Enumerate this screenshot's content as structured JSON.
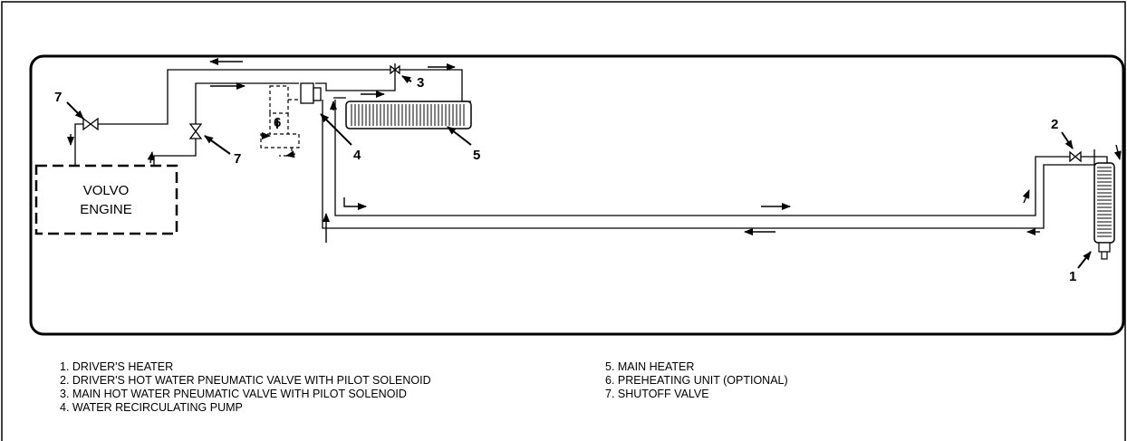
{
  "engine": {
    "line1": "VOLVO",
    "line2": "ENGINE"
  },
  "callouts": {
    "c1": "1",
    "c2": "2",
    "c3": "3",
    "c4": "4",
    "c5": "5",
    "c6": "6",
    "c7_left": "7",
    "c7_right": "7"
  },
  "legend": {
    "left": [
      "1. DRIVER'S HEATER",
      "2. DRIVER'S HOT WATER PNEUMATIC VALVE WITH PILOT SOLENOID",
      "3. MAIN HOT WATER PNEUMATIC VALVE WITH PILOT SOLENOID",
      "4. WATER RECIRCULATING PUMP"
    ],
    "right": [
      "5. MAIN HEATER",
      "6. PREHEATING UNIT (OPTIONAL)",
      "7. SHUTOFF VALVE"
    ]
  }
}
